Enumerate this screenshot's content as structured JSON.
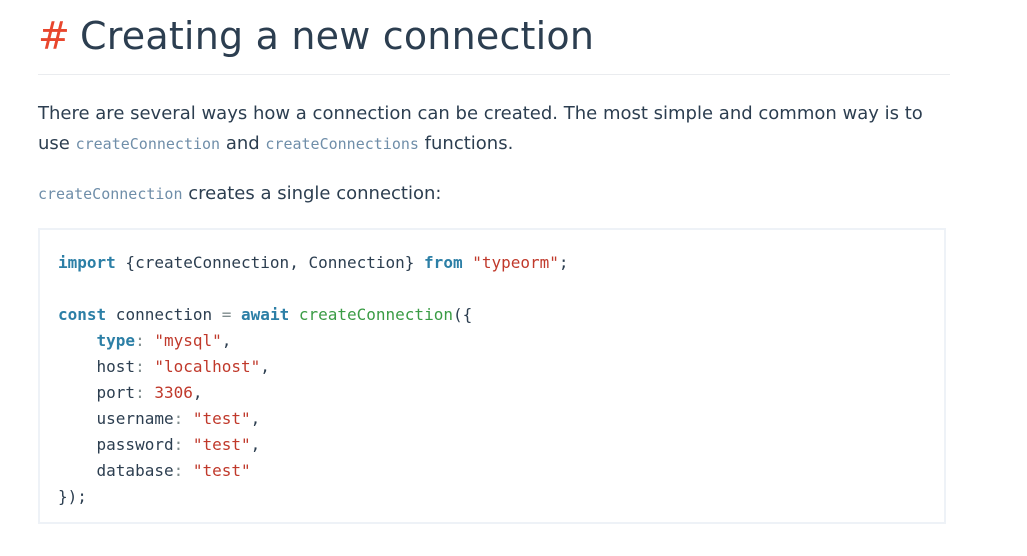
{
  "heading": {
    "hash": "#",
    "title": "Creating a new connection"
  },
  "paragraph1": {
    "text_a": "There are several ways how a connection can be created. The most simple and common way is to use ",
    "code_a": "createConnection",
    "text_b": " and ",
    "code_b": "createConnections",
    "text_c": " functions."
  },
  "paragraph2": {
    "code": "createConnection",
    "text": " creates a single connection:"
  },
  "code_block": {
    "line1": {
      "import_kw": "import",
      "braces_content": " {createConnection, Connection} ",
      "from_kw": "from",
      "module": "\"typeorm\"",
      "end": ";"
    },
    "line3": {
      "const_kw": "const",
      "var": " connection ",
      "eq": "=",
      "await_kw": " await",
      "fn": " createConnection",
      "open": "({"
    },
    "props": [
      {
        "indent": "    ",
        "key": "type",
        "colon": ": ",
        "value": "\"mysql\"",
        "end": ",",
        "kind": "str",
        "key_kw": true
      },
      {
        "indent": "    ",
        "key": "host",
        "colon": ": ",
        "value": "\"localhost\"",
        "end": ",",
        "kind": "str",
        "key_kw": false
      },
      {
        "indent": "    ",
        "key": "port",
        "colon": ": ",
        "value": "3306",
        "end": ",",
        "kind": "num",
        "key_kw": false
      },
      {
        "indent": "    ",
        "key": "username",
        "colon": ": ",
        "value": "\"test\"",
        "end": ",",
        "kind": "str",
        "key_kw": false
      },
      {
        "indent": "    ",
        "key": "password",
        "colon": ": ",
        "value": "\"test\"",
        "end": ",",
        "kind": "str",
        "key_kw": false
      },
      {
        "indent": "    ",
        "key": "database",
        "colon": ": ",
        "value": "\"test\"",
        "end": "",
        "kind": "str",
        "key_kw": false
      }
    ],
    "close": "});"
  },
  "colors": {
    "hash": "#e8462d",
    "text": "#2c3e50",
    "inline_code": "#6f8ea9",
    "keyword": "#2973b7",
    "string": "#c0392b",
    "function": "#3a9c45"
  }
}
